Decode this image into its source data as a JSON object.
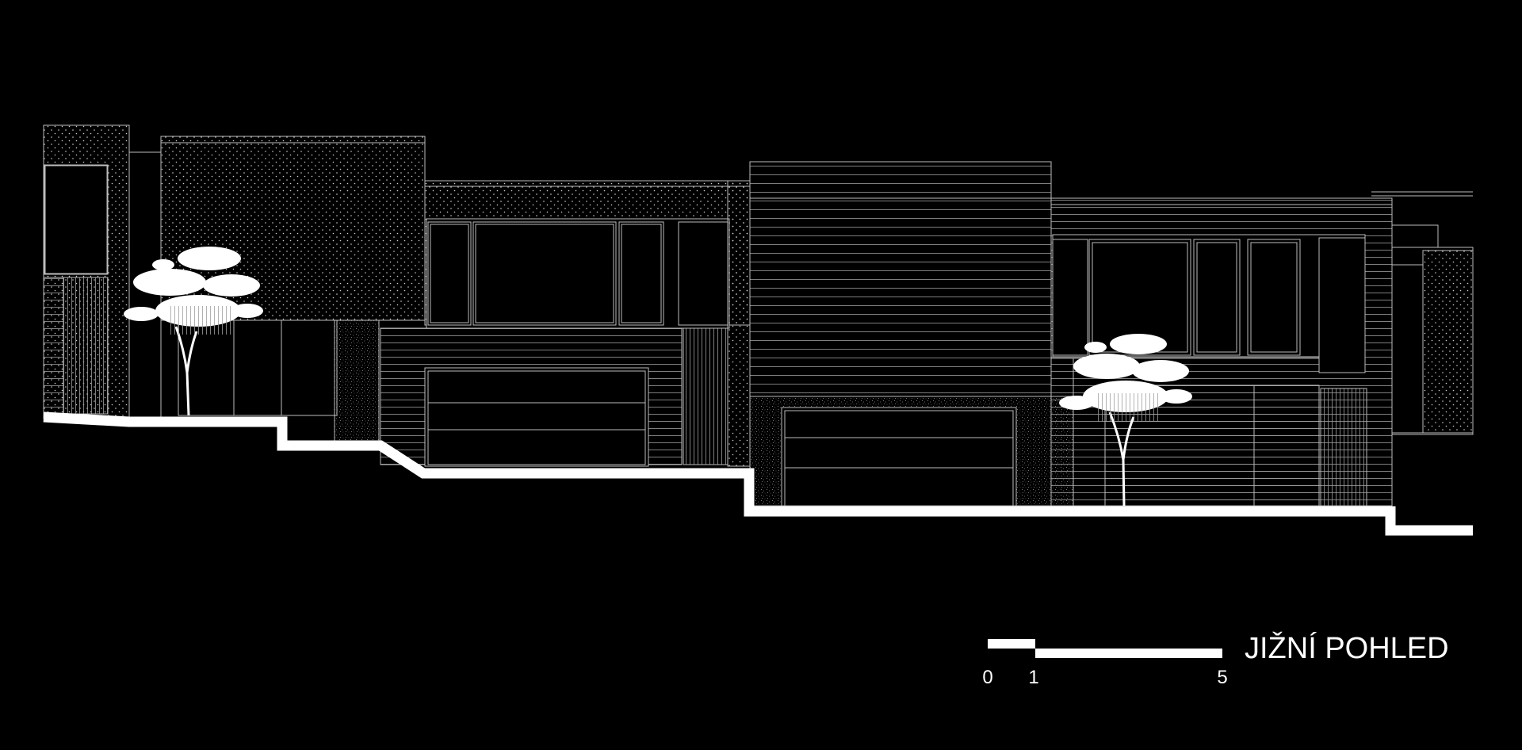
{
  "drawing": {
    "title": "JIŽNÍ POHLED",
    "scale_bar": {
      "labels": [
        "0",
        "1",
        "5"
      ]
    }
  },
  "colors": {
    "background": "#000000",
    "ink": "#ffffff",
    "line": "#bdbdbd"
  }
}
